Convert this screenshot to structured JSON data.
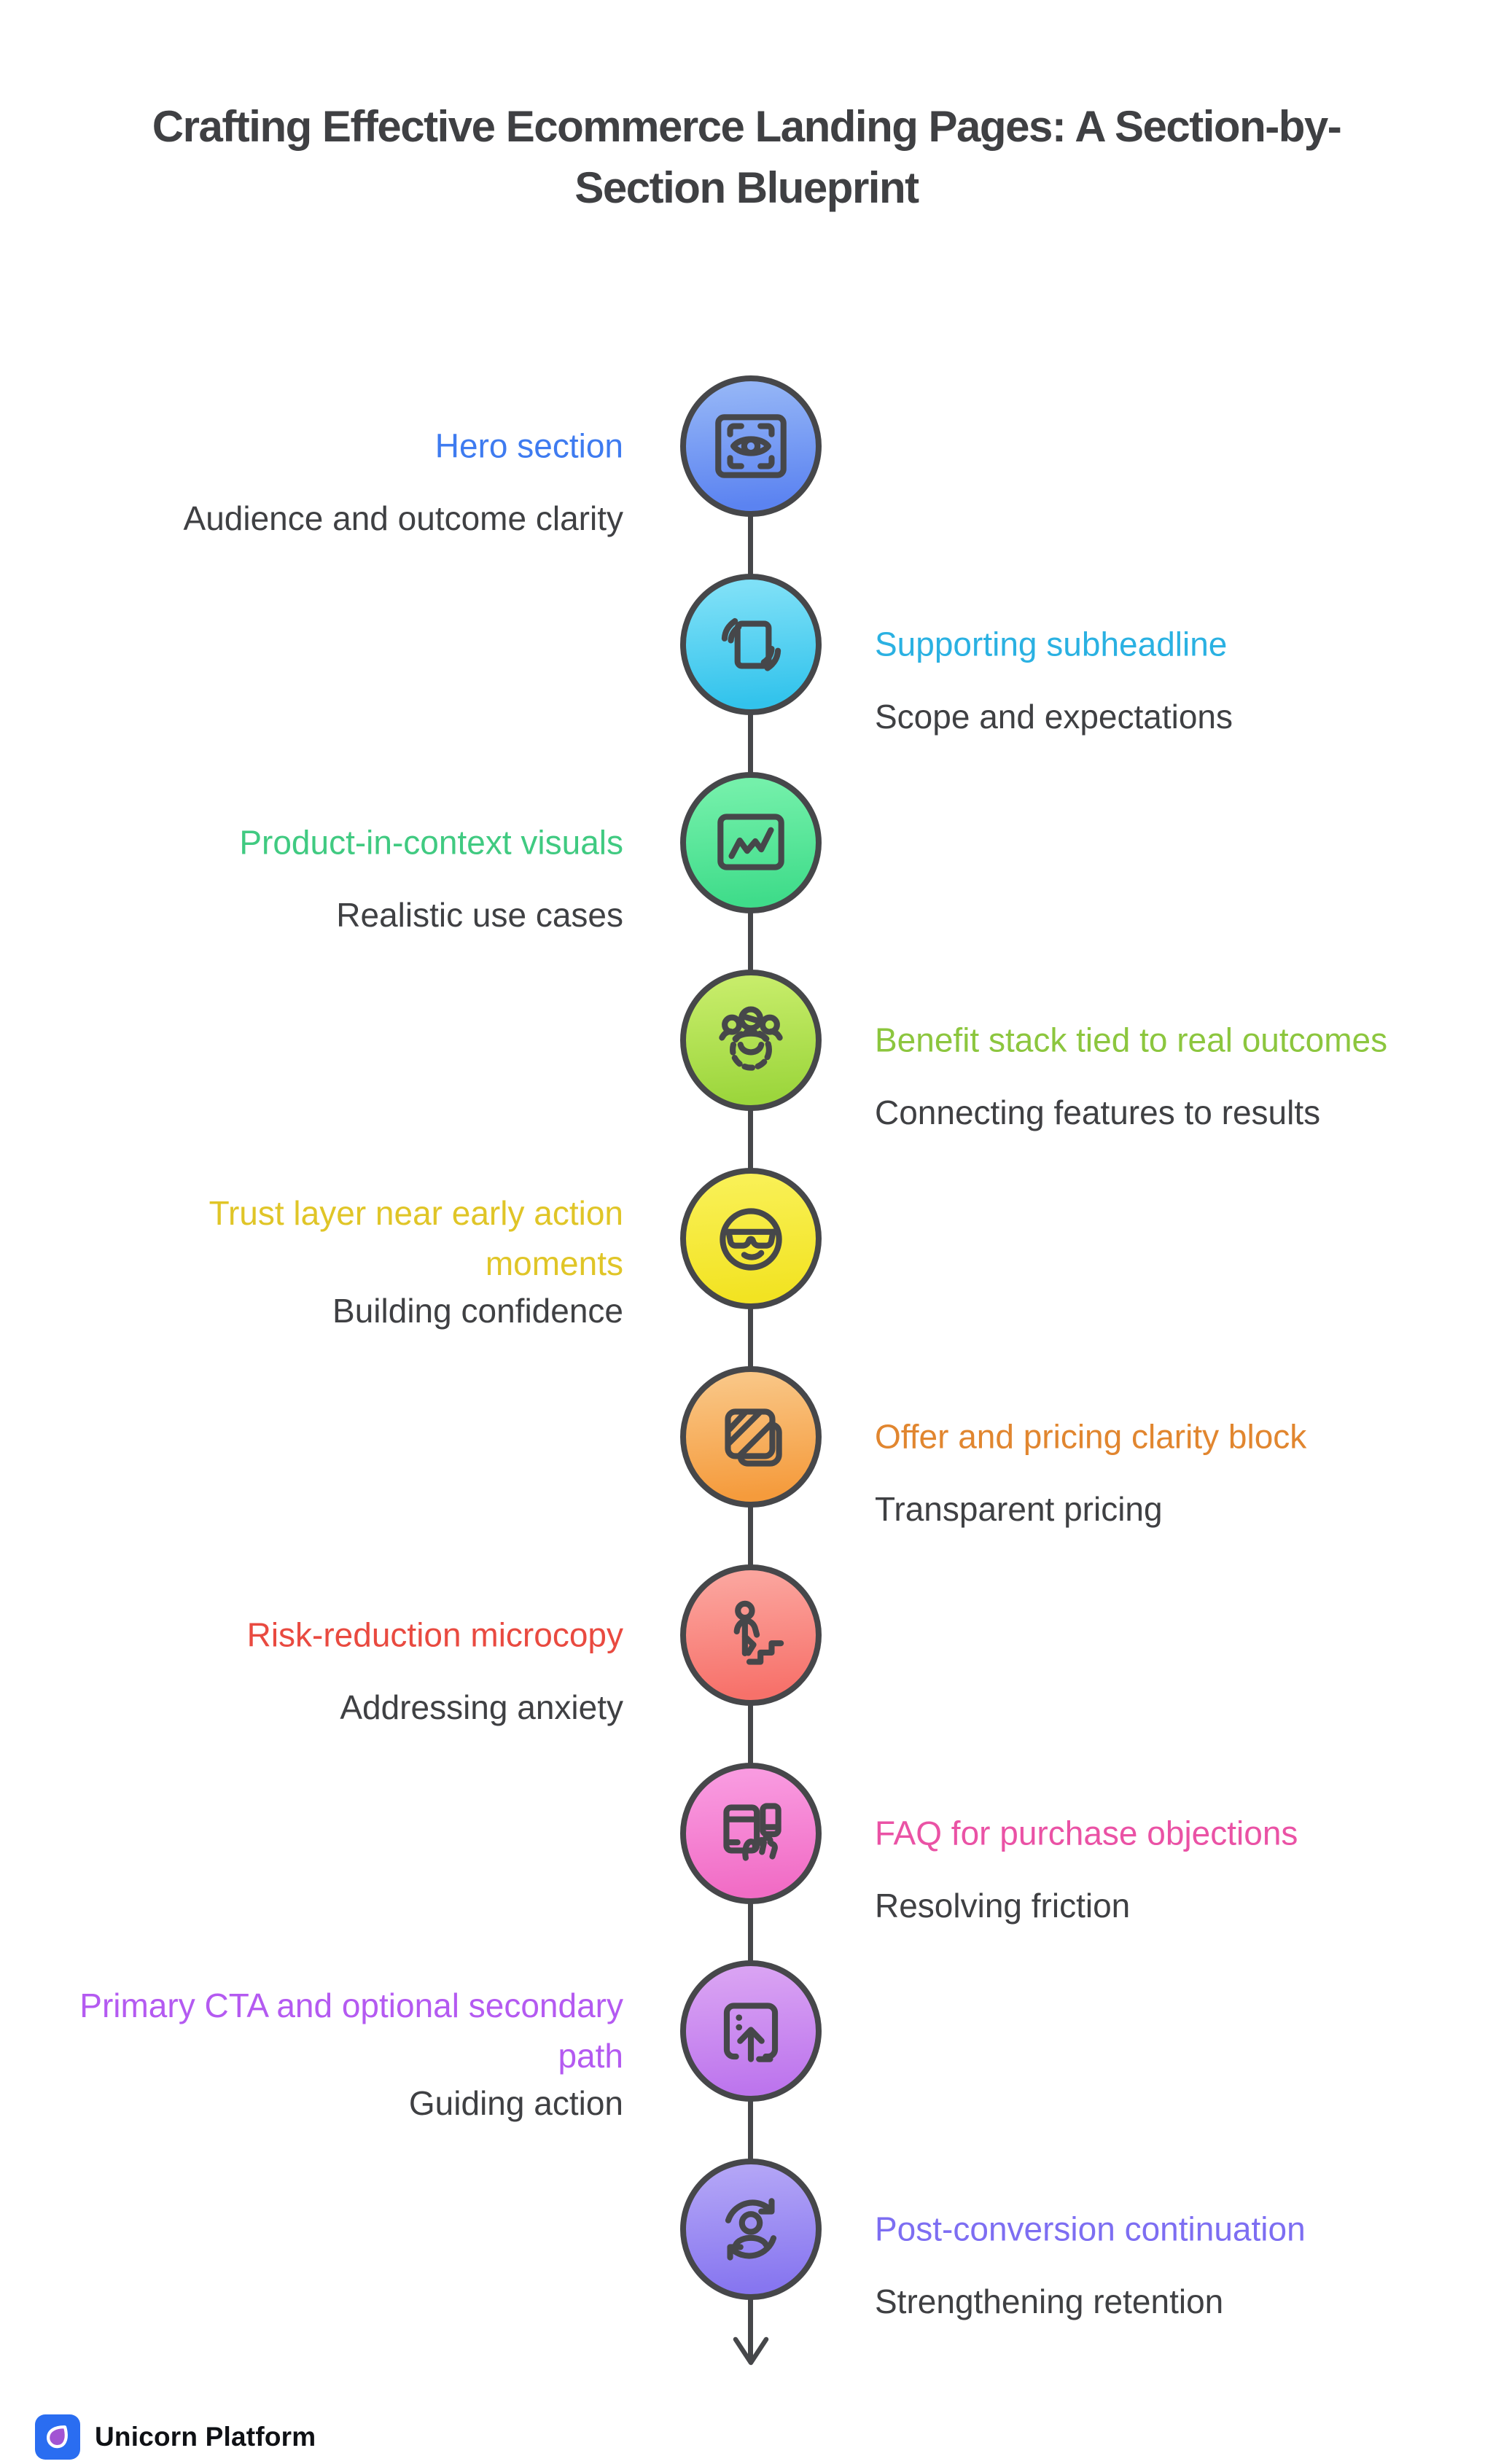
{
  "title": {
    "lines": [
      "Crafting Effective Ecommerce Landing Pages: A Section-by-",
      "Section Blueprint"
    ],
    "color": "#3f4043"
  },
  "timeline": {
    "line_color": "#46474a",
    "node_border_color": "#46474a",
    "items": [
      {
        "heading": "Hero section",
        "subtext": "Audience and outcome clarity",
        "side": "left",
        "heading_color": "#3e7bf0",
        "icon": "screen-eye-icon",
        "circle_top": "#93b4f6",
        "circle_bottom": "#5b83f1"
      },
      {
        "heading": "Supporting subheadline",
        "subtext": "Scope and expectations",
        "side": "right",
        "heading_color": "#2ab1e2",
        "icon": "hands-tablet-icon",
        "circle_top": "#7ee0f7",
        "circle_bottom": "#32c3ec"
      },
      {
        "heading": "Product-in-context visuals",
        "subtext": "Realistic use cases",
        "side": "left",
        "heading_color": "#40ca81",
        "icon": "chart-screen-icon",
        "circle_top": "#74f0aa",
        "circle_bottom": "#3fdc8a"
      },
      {
        "heading": "Benefit stack tied to real outcomes",
        "subtext": "Connecting features to results",
        "side": "right",
        "heading_color": "#8cc63e",
        "icon": "team-gear-icon",
        "circle_top": "#c6ec69",
        "circle_bottom": "#9cd63c"
      },
      {
        "heading": "Trust layer near early action moments",
        "subtext": "Building confidence",
        "side": "left",
        "heading_color": "#e0c527",
        "icon": "cool-face-icon",
        "circle_top": "#f9f055",
        "circle_bottom": "#f2e322"
      },
      {
        "heading": "Offer and pricing clarity block",
        "subtext": "Transparent pricing",
        "side": "right",
        "heading_color": "#e1862f",
        "icon": "stacked-squares-icon",
        "circle_top": "#f9c584",
        "circle_bottom": "#f59b3c"
      },
      {
        "heading": "Risk-reduction microcopy",
        "subtext": "Addressing anxiety",
        "side": "left",
        "heading_color": "#e94a40",
        "icon": "person-stairs-icon",
        "circle_top": "#fba49d",
        "circle_bottom": "#f7716a"
      },
      {
        "heading": "FAQ for purchase objections",
        "subtext": "Resolving friction",
        "side": "right",
        "heading_color": "#ea52a5",
        "icon": "devices-hand-icon",
        "circle_top": "#f99ae0",
        "circle_bottom": "#f16cc5"
      },
      {
        "heading": "Primary CTA and optional secondary path",
        "subtext": "Guiding action",
        "side": "left",
        "heading_color": "#b45af1",
        "icon": "upload-box-icon",
        "circle_top": "#d9a2f3",
        "circle_bottom": "#bd75ed"
      },
      {
        "heading": "Post-conversion continuation",
        "subtext": "Strengthening retention",
        "side": "right",
        "heading_color": "#7d6ef2",
        "icon": "user-refresh-icon",
        "circle_top": "#b2a4f6",
        "circle_bottom": "#8776f0"
      }
    ]
  },
  "footer": {
    "brand": "Unicorn Platform",
    "logo_icon": "unicorn-logo-icon",
    "logo_bg": "#2a6df1",
    "logo_drop": "#a254d3",
    "text_color": "#0f1115"
  },
  "body_text_color": "#3f4043"
}
